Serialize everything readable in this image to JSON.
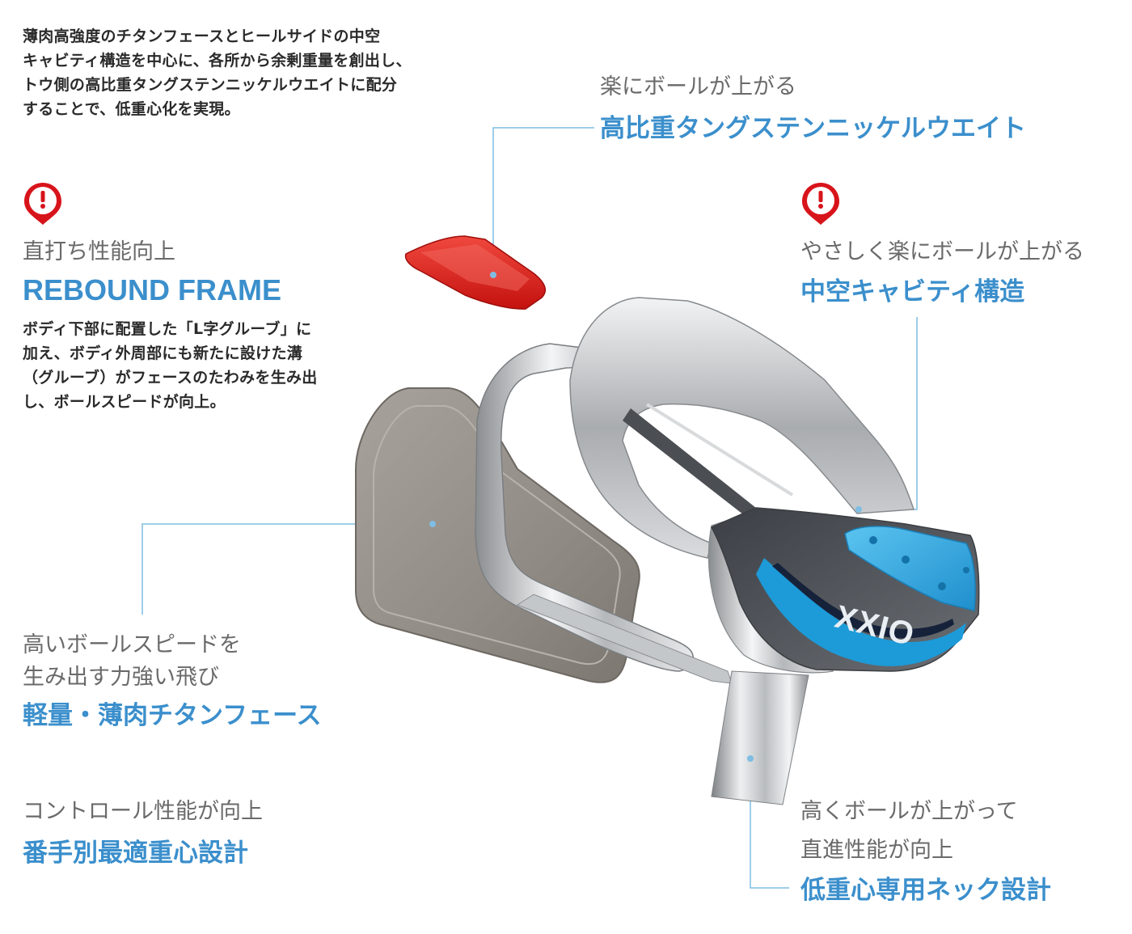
{
  "intro": {
    "lines": [
      "薄肉高強度のチタンフェースとヒールサイドの中空",
      "キャビティ構造を中心に、各所から余剰重量を創出し、",
      "トウ側の高比重タングステンニッケルウエイトに配分",
      "することで、低重心化を実現。"
    ]
  },
  "weight": {
    "sub": "楽にボールが上がる",
    "head": "高比重タングステンニッケルウエイト"
  },
  "rebound": {
    "sub": "直打ち性能向上",
    "head": "REBOUND FRAME",
    "lines": [
      "ボディ下部に配置した「L字グルーブ」に",
      "加え、ボディ外周部にも新たに設けた溝",
      "（グルーブ）がフェースのたわみを生み出",
      "し、ボールスピードが向上。"
    ]
  },
  "cavity": {
    "sub": "やさしく楽にボールが上がる",
    "head": "中空キャビティ構造"
  },
  "face": {
    "sub1": "高いボールスピードを",
    "sub2": "生み出す力強い飛び",
    "head": "軽量・薄肉チタンフェース"
  },
  "control": {
    "sub": "コントロール性能が向上",
    "head": "番手別最適重心設計"
  },
  "neck": {
    "sub1": "高くボールが上がって",
    "sub2": "直進性能が向上",
    "head": "低重心専用ネック設計"
  },
  "brand": {
    "logo": "XXIO"
  },
  "icons": {
    "alert": "alert-pin-icon"
  },
  "colors": {
    "accent": "#3b8fcc",
    "alert_red": "#d8141b",
    "leader": "#7fbde3",
    "weight_red": "#e0261f",
    "cavity_blue": "#2aa6e0"
  }
}
